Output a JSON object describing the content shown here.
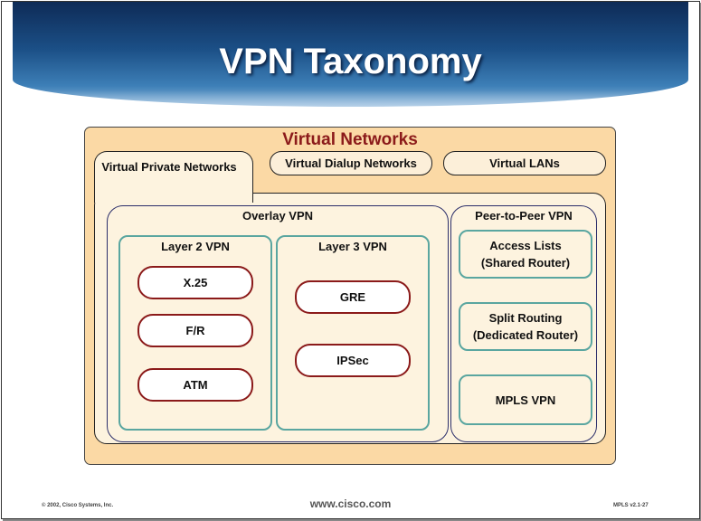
{
  "slide": {
    "title": "VPN Taxonomy",
    "footer": {
      "copyright": "© 2002, Cisco Systems, Inc.",
      "website": "www.cisco.com",
      "code": "MPLS v2.1-27"
    }
  },
  "diagram": {
    "root": "Virtual Networks",
    "top_categories": {
      "vpn": "Virtual Private Networks",
      "dialup": "Virtual Dialup Networks",
      "lans": "Virtual LANs"
    },
    "overlay": {
      "label": "Overlay VPN",
      "layer2": {
        "label": "Layer 2 VPN",
        "items": [
          "X.25",
          "F/R",
          "ATM"
        ]
      },
      "layer3": {
        "label": "Layer 3 VPN",
        "items": [
          "GRE",
          "IPSec"
        ]
      }
    },
    "peer": {
      "label": "Peer-to-Peer VPN",
      "items": [
        {
          "line1": "Access Lists",
          "line2": "(Shared Router)"
        },
        {
          "line1": "Split Routing",
          "line2": "(Dedicated Router)"
        },
        {
          "line1": "MPLS VPN",
          "line2": ""
        }
      ]
    }
  },
  "colors": {
    "banner_dark": "#0e2b57",
    "banner_light": "#8fb8dc",
    "outer_fill": "#fbd9a5",
    "root_text": "#8b1a1a",
    "pill_border": "#8b1a1a",
    "group_border": "#5aa6a0",
    "overlay_border": "#2b2e6a"
  }
}
